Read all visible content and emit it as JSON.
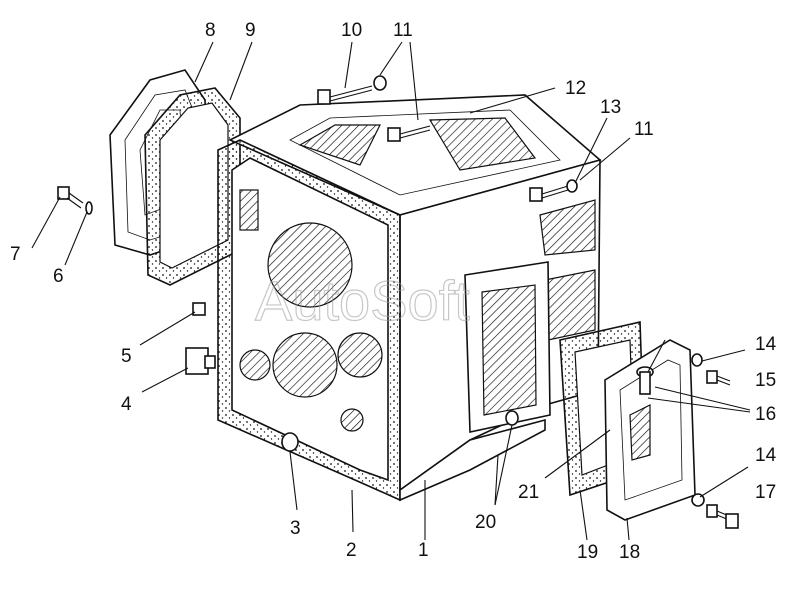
{
  "watermark": "AutoSoft",
  "callouts": [
    "1",
    "2",
    "3",
    "4",
    "5",
    "6",
    "7",
    "8",
    "9",
    "10",
    "11",
    "11",
    "12",
    "13",
    "14",
    "14",
    "15",
    "16",
    "17",
    "18",
    "19",
    "20",
    "21"
  ],
  "colors": {
    "line": "#111111",
    "background": "#ffffff",
    "watermark": "#9a9a9a"
  }
}
